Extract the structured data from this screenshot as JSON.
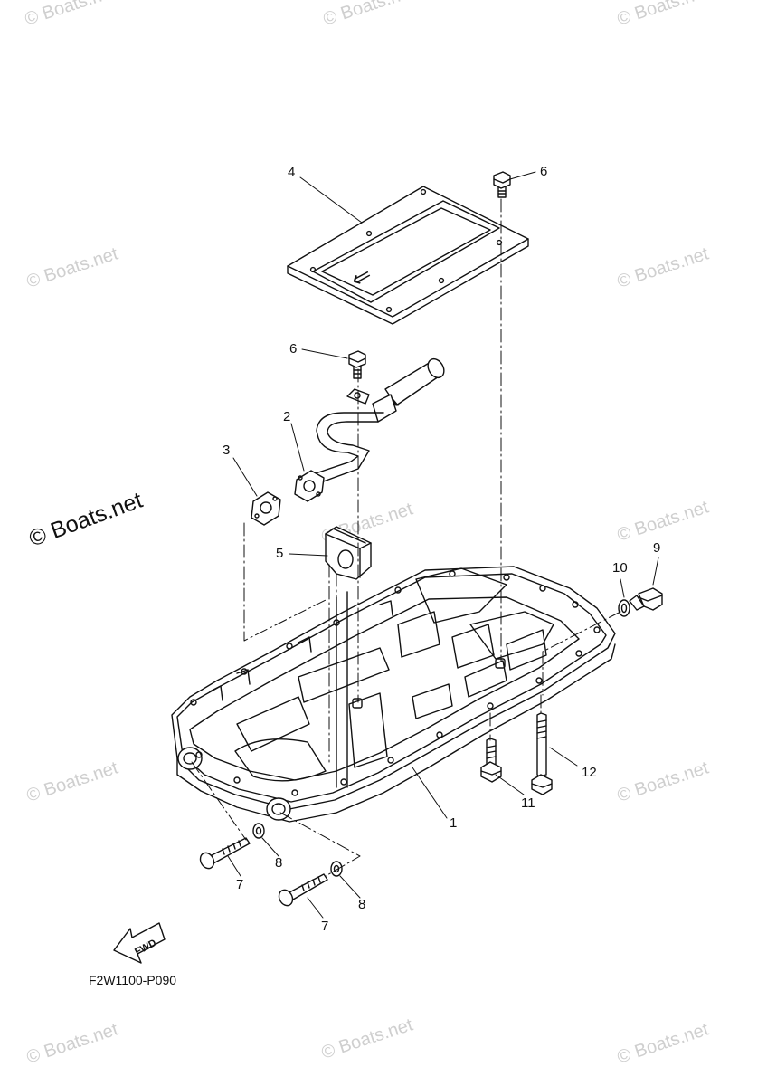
{
  "watermark": "© Boats.net",
  "diagram_code": "F2W1100-P090",
  "fwd_label": "FWD",
  "cover_arrow_glyph": "⇐",
  "callouts": {
    "oil_pan": "1",
    "strainer_pipe": "2",
    "gasket": "3",
    "damper": "5",
    "cover": "4",
    "bolt_cover": "6",
    "bolt_pipe": "6",
    "bolt_front_upper": "7",
    "bolt_front_lower": "7",
    "washer_upper": "8",
    "washer_lower": "8",
    "drain_plug": "9",
    "drain_gasket": "10",
    "bolt_bottom_left": "11",
    "bolt_bottom_right": "12"
  }
}
